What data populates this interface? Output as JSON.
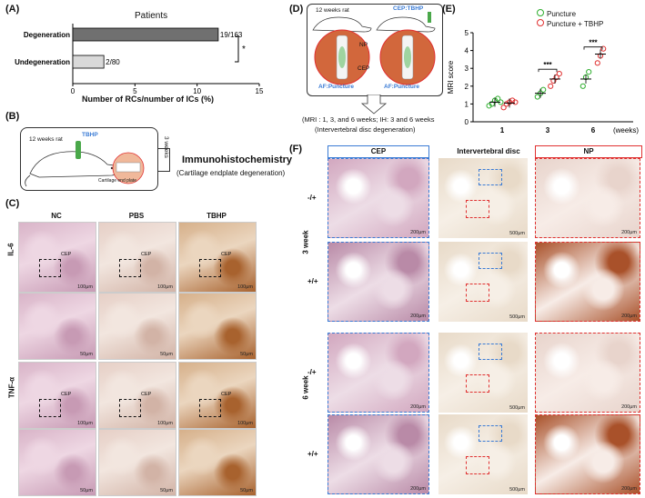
{
  "panelA": {
    "label": "(A)",
    "title": "Patients",
    "xlabel": "Number of RCs/number of ICs (%)",
    "sig": "*",
    "bars": [
      {
        "category": "Degeneration",
        "value": 11.7,
        "annotation": "19/163",
        "color": "#707070"
      },
      {
        "category": "Undegeneration",
        "value": 2.5,
        "annotation": "2/80",
        "color": "#d9d9d9"
      }
    ],
    "xticks": [
      "0",
      "5",
      "10",
      "15"
    ],
    "xlim": [
      0,
      15
    ]
  },
  "panelB": {
    "label": "(B)",
    "rat": "12 weeks rat",
    "agent": "TBHP",
    "plate": "Cartilage end plate",
    "weeks": "3 weeks",
    "result": "Immunohistochemistry",
    "result_sub": "(Cartilage endplate degeneration)"
  },
  "panelC": {
    "label": "(C)",
    "cols": [
      "NC",
      "PBS",
      "TBHP"
    ],
    "rows": [
      "IL-6",
      "TNF-α"
    ],
    "cep": "CEP",
    "scale_low": "100μm",
    "scale_high": "50μm"
  },
  "panelD": {
    "label": "(D)",
    "rat": "12 weeks rat",
    "group2": "CEP:TBHP",
    "np": "NP",
    "cep": "CEP",
    "af1": "AF:Puncture",
    "af2": "AF:Puncture",
    "note1": "(MRI : 1, 3, and 6 weeks;  IH: 3 and 6 weeks",
    "note2": "(Intervertebral disc degeneration)"
  },
  "panelE": {
    "label": "(E)",
    "ylabel": "MRI score",
    "xunit": "(weeks)",
    "legend": [
      "Puncture",
      "Puncture + TBHP"
    ],
    "sig": [
      "***",
      "***"
    ],
    "chart_data": {
      "type": "scatter",
      "categories": [
        "1",
        "3",
        "6"
      ],
      "ylim": [
        0,
        5
      ],
      "yticks": [
        "0",
        "1",
        "2",
        "3",
        "4",
        "5"
      ],
      "series": [
        {
          "name": "Puncture",
          "color": "#2fae2f",
          "means": [
            1.1,
            1.6,
            2.4
          ],
          "points": [
            [
              0.9,
              1.0,
              1.2,
              1.3,
              1.1
            ],
            [
              1.4,
              1.6,
              1.8
            ],
            [
              2.0,
              2.5,
              2.8
            ]
          ]
        },
        {
          "name": "Puncture + TBHP",
          "color": "#e03030",
          "means": [
            1.05,
            2.4,
            3.8
          ],
          "points": [
            [
              0.8,
              1.0,
              1.1,
              1.2,
              1.1
            ],
            [
              2.0,
              2.3,
              2.5,
              2.7
            ],
            [
              3.3,
              3.7,
              4.1
            ]
          ]
        }
      ]
    }
  },
  "panelF": {
    "label": "(F)",
    "col_cep": "CEP",
    "col_disc": "Intervertebral disc",
    "col_np": "NP",
    "week3": "3 week",
    "week6": "6 week",
    "row_labels": [
      "-/+",
      "+/+",
      "-/+",
      "+/+"
    ],
    "scale200": "200μm",
    "scale500": "500μm"
  }
}
